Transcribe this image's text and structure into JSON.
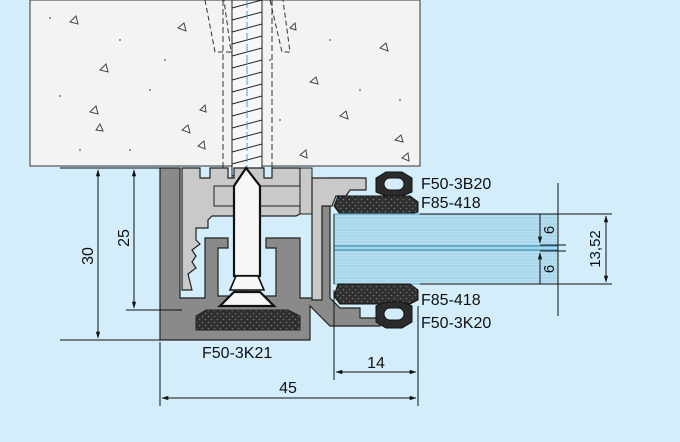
{
  "labels": {
    "part_top_gasket": "F50-3B20",
    "part_top_strip": "F85-418",
    "part_bottom_strip": "F85-418",
    "part_bottom_gasket": "F50-3K20",
    "part_screw_cap": "F50-3K21"
  },
  "dimensions": {
    "height_total": "30",
    "height_inner": "25",
    "width_total": "45",
    "width_channel": "14",
    "gap_top": "6",
    "gap_bottom": "6",
    "glass_thickness": "13,52"
  },
  "colors": {
    "background": "#d3eefa",
    "concrete": "#f2f3f2",
    "profile_dark": "#8a8a8a",
    "profile_light": "#c9c9c9",
    "gasket": "#2b2b2b",
    "glass": "#a9d6ea"
  }
}
